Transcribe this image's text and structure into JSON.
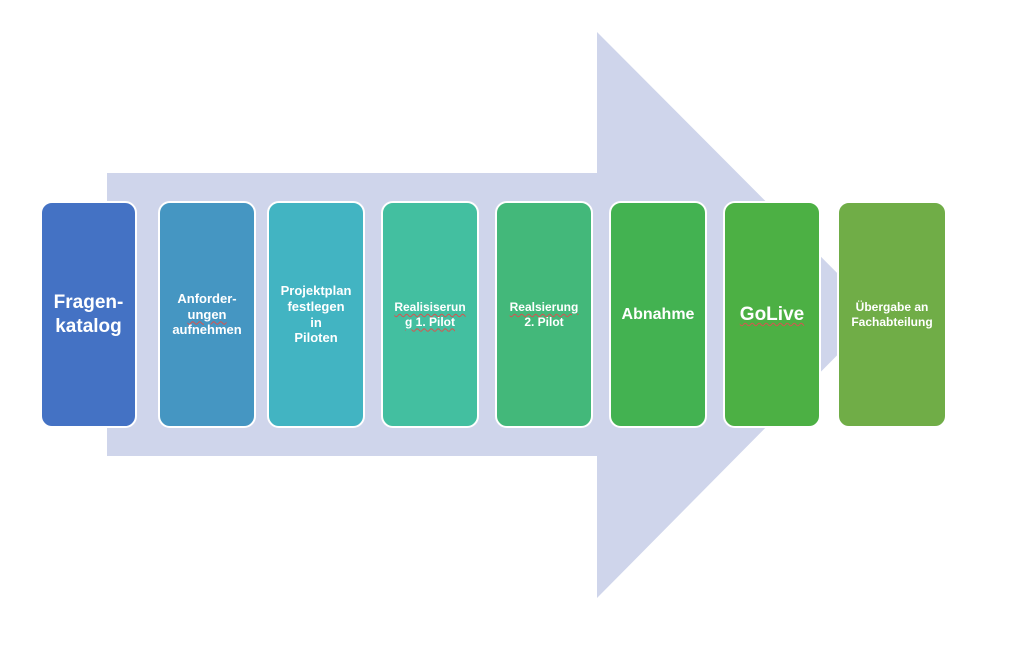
{
  "stages": [
    {
      "lines": [
        "Fragen-",
        "katalog"
      ],
      "color": "#4472c4"
    },
    {
      "lines": [
        "Anforder-",
        "ungen",
        "aufnehmen"
      ],
      "color": "#4596c2"
    },
    {
      "lines": [
        "Projektplan",
        "festlegen in",
        "Piloten"
      ],
      "color": "#42b4c2"
    },
    {
      "lines": [
        "Realisiserun",
        "g 1. Pilot"
      ],
      "color": "#43bfa0"
    },
    {
      "lines": [
        "Realsierung",
        "2. Pilot"
      ],
      "color": "#43b87a"
    },
    {
      "lines": [
        "Abnahme"
      ],
      "color": "#43b251"
    },
    {
      "lines": [
        "GoLive"
      ],
      "color": "#4cb044"
    },
    {
      "lines": [
        "Übergabe an",
        "Fachabteilung"
      ],
      "color": "#70ad47"
    }
  ],
  "arrow_color": "#cfd5eb"
}
